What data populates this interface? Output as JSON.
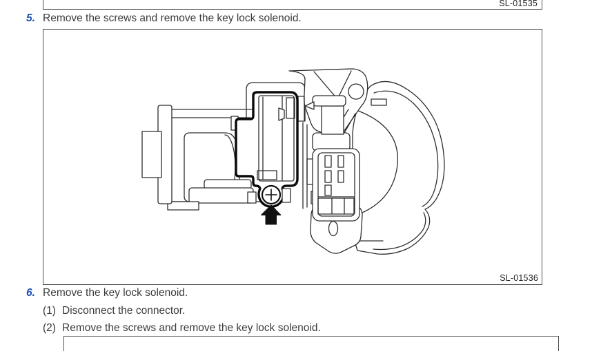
{
  "page": {
    "background": "#ffffff",
    "colors": {
      "step_number_blue": "#1b4fb5",
      "body_text": "#3b3b3b",
      "frame_border": "#4f4f4f",
      "line_art": "#2d2d2d",
      "highlight_black": "#0a0a0a"
    }
  },
  "figure_top": {
    "label": "SL-01535"
  },
  "figure_main": {
    "label": "SL-01536",
    "subject": "key lock solenoid assembly side view",
    "icons": {
      "screw_target": "circle-plus-screw",
      "pointer": "solid-up-arrow"
    }
  },
  "steps": {
    "step5": {
      "number": "5.",
      "text": "Remove the screws and remove the key lock solenoid."
    },
    "step6": {
      "number": "6.",
      "text": "Remove the key lock solenoid.",
      "substeps": [
        {
          "number": "(1)",
          "text": "Disconnect the connector."
        },
        {
          "number": "(2)",
          "text": "Remove the screws and remove the key lock solenoid."
        }
      ]
    }
  }
}
